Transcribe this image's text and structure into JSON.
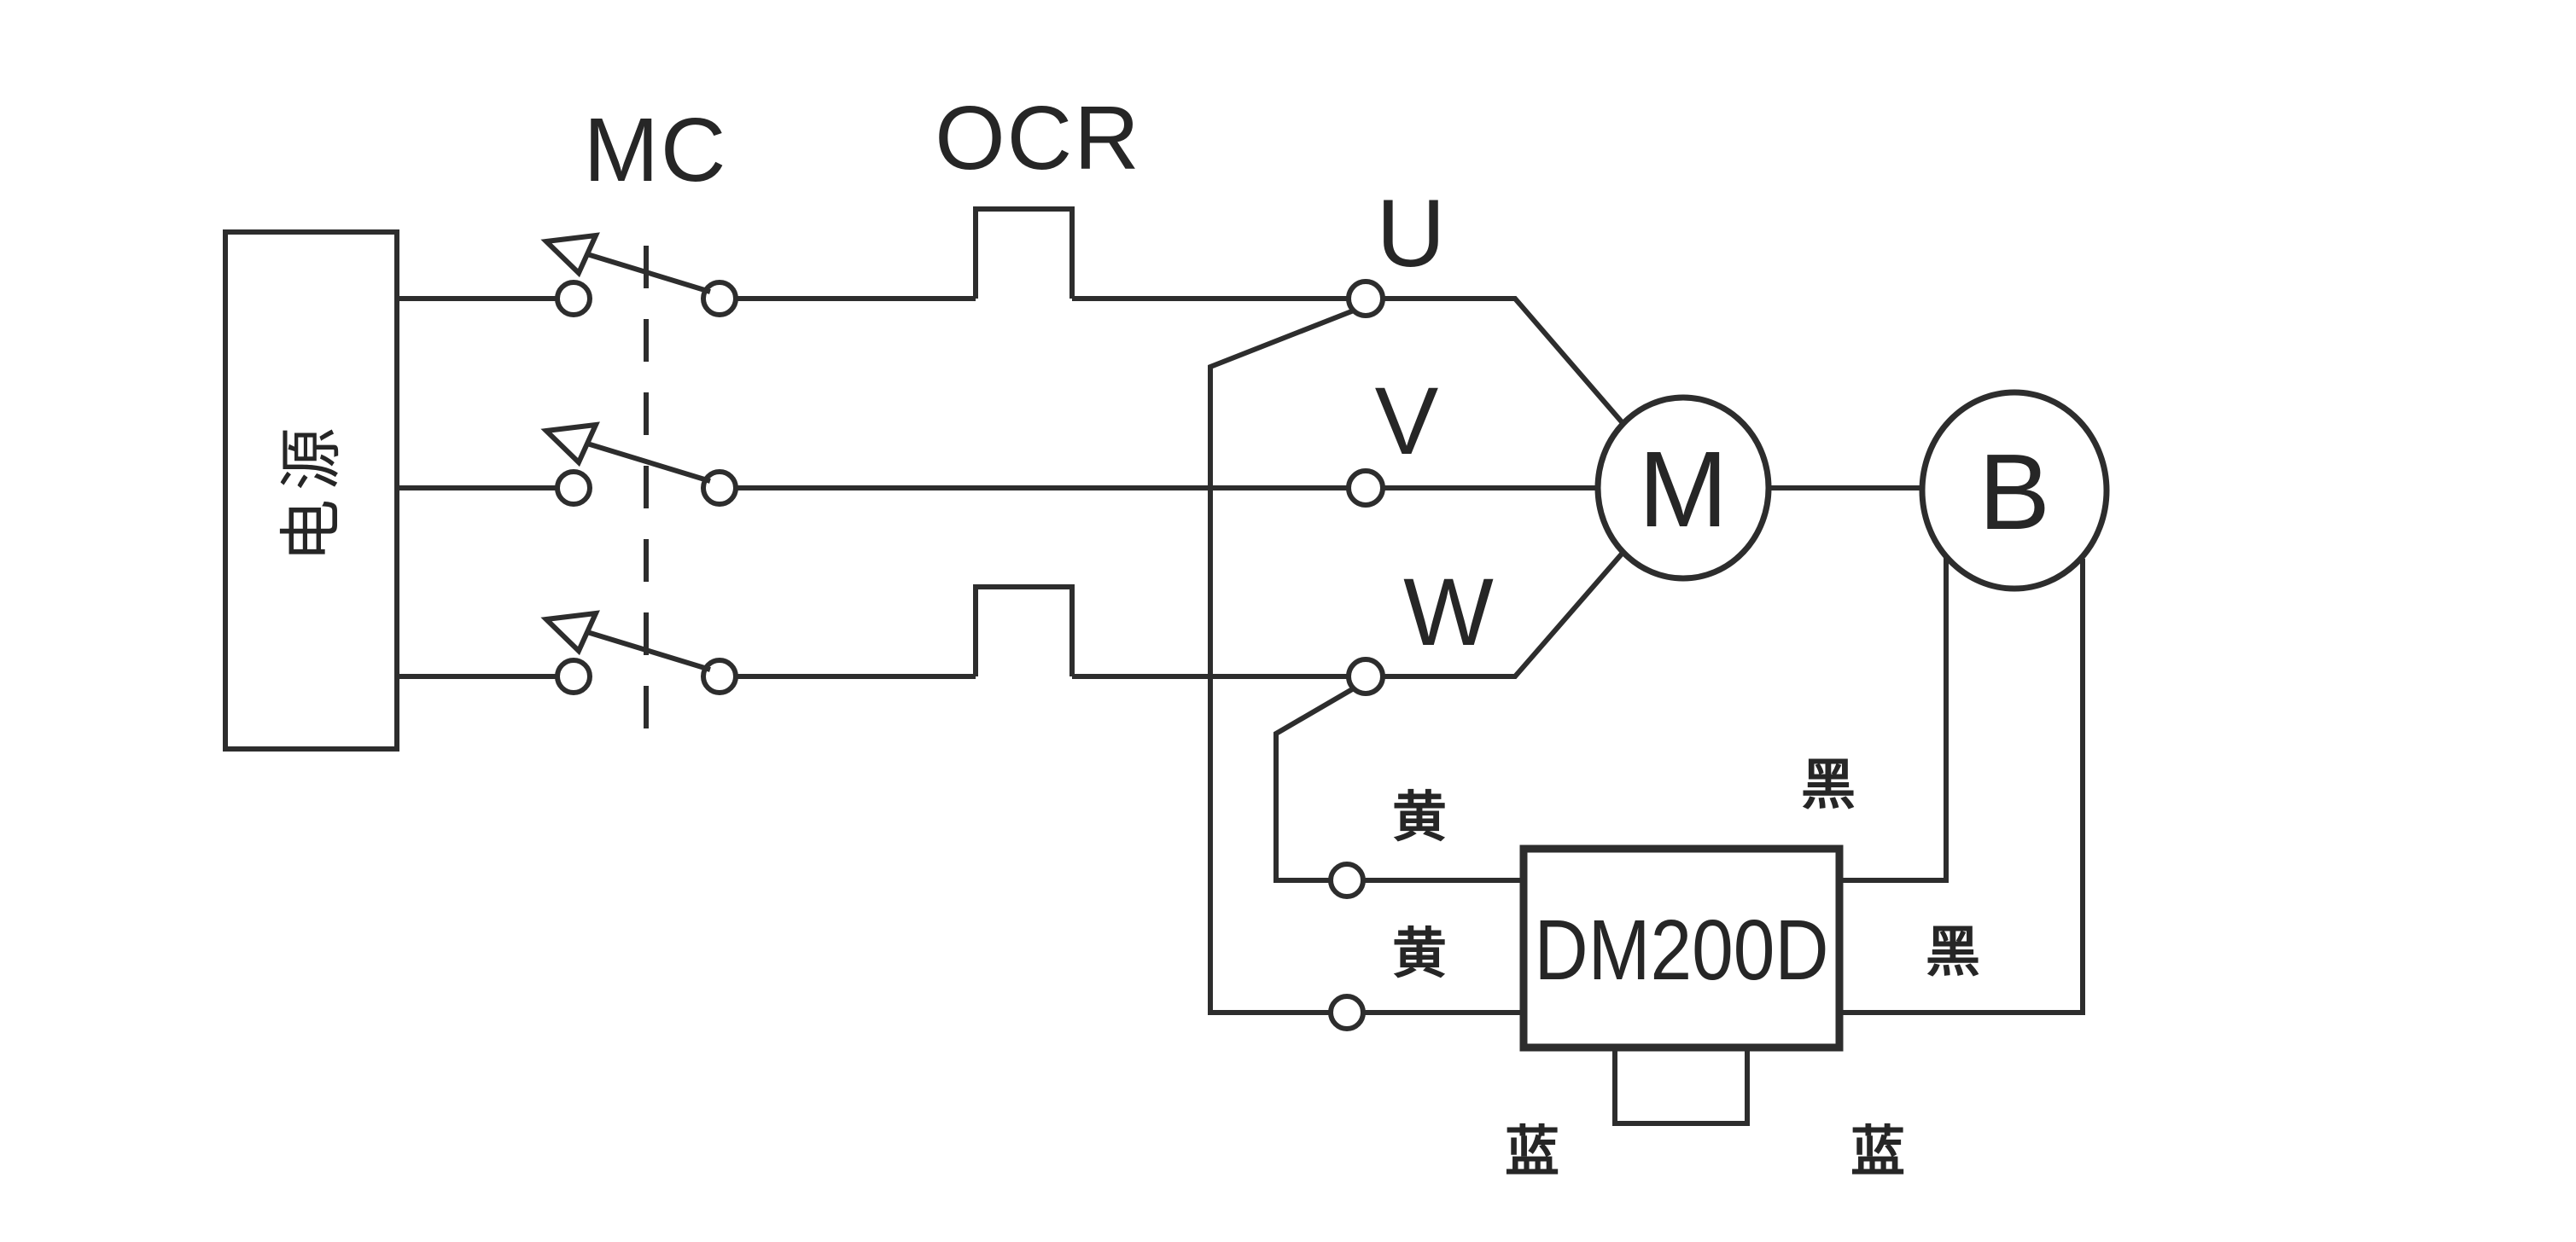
{
  "diagram": {
    "background_color": "#ffffff",
    "line_color": "#2d2d2d",
    "text_color": "#262626"
  },
  "labels": {
    "power_source": "电源",
    "contactor": "MC",
    "overload_relay": "OCR",
    "phase_u": "U",
    "phase_v": "V",
    "phase_w": "W",
    "motor": "M",
    "brake": "B",
    "rectifier_module": "DM200D",
    "wire_yellow_upper": "黄",
    "wire_yellow_lower": "黄",
    "wire_black_upper": "黑",
    "wire_black_lower": "黑",
    "wire_blue_left": "蓝",
    "wire_blue_right": "蓝"
  }
}
